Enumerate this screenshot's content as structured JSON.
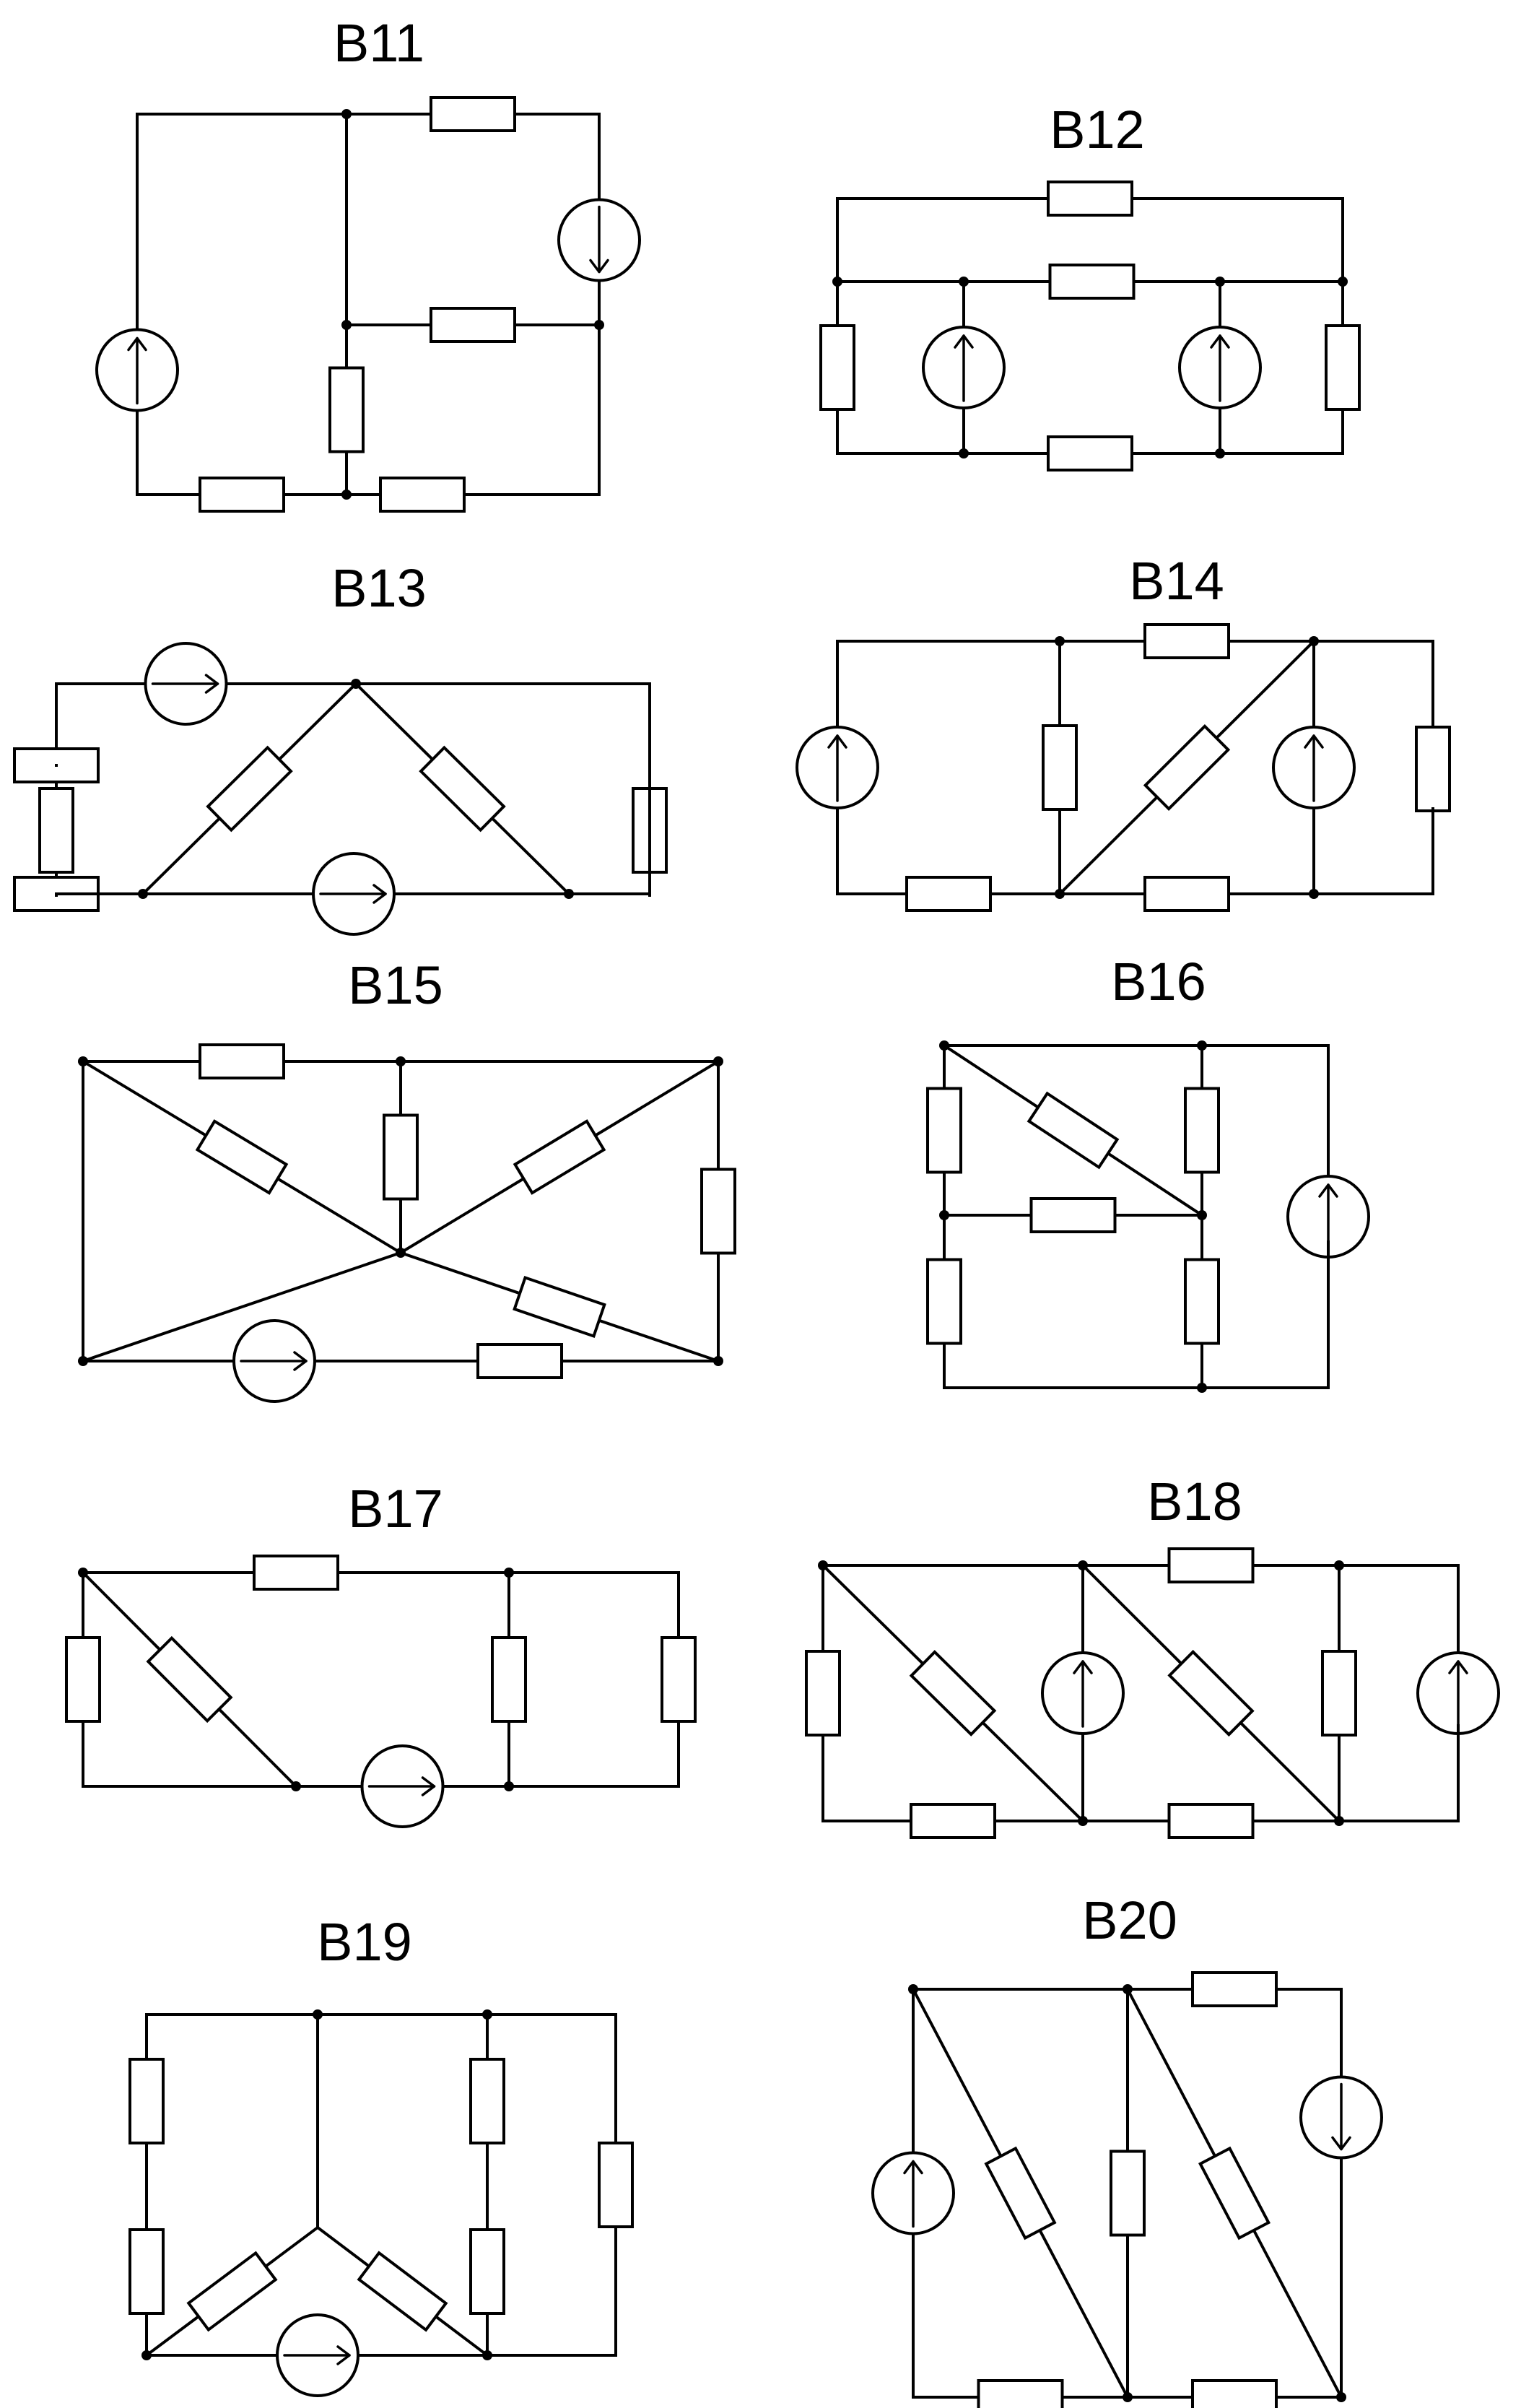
{
  "colors": {
    "ink": "#000000",
    "paper": "#ffffff"
  },
  "variants": [
    {
      "id": "b11",
      "label": "B11"
    },
    {
      "id": "b12",
      "label": "B12"
    },
    {
      "id": "b13",
      "label": "B13"
    },
    {
      "id": "b14",
      "label": "B14"
    },
    {
      "id": "b15",
      "label": "B15"
    },
    {
      "id": "b16",
      "label": "B16"
    },
    {
      "id": "b17",
      "label": "B17"
    },
    {
      "id": "b18",
      "label": "B18"
    },
    {
      "id": "b19",
      "label": "B19"
    },
    {
      "id": "b20",
      "label": "B20"
    }
  ]
}
